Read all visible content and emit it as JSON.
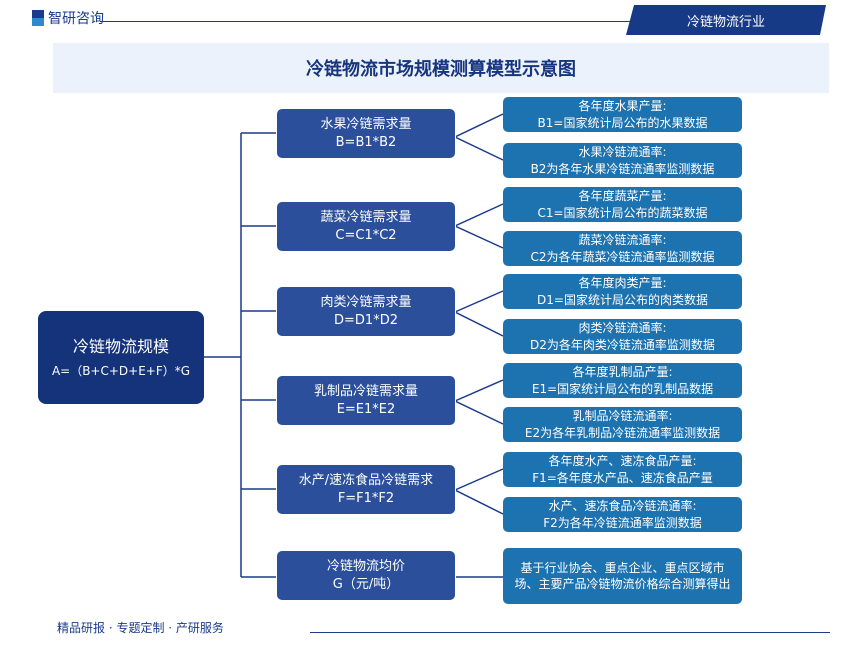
{
  "header": {
    "brand": "智研咨询",
    "industry_tab": "冷链物流行业"
  },
  "title": "冷链物流市场规模测算模型示意图",
  "root": {
    "label": "冷链物流规模",
    "formula": "A=（B+C+D+E+F）*G"
  },
  "branches": [
    {
      "label": "水果冷链需求量",
      "formula": "B=B1*B2",
      "leaves": [
        {
          "l1": "各年度水果产量:",
          "l2": "B1=国家统计局公布的水果数据"
        },
        {
          "l1": "水果冷链流通率:",
          "l2": "B2为各年水果冷链流通率监测数据"
        }
      ]
    },
    {
      "label": "蔬菜冷链需求量",
      "formula": "C=C1*C2",
      "leaves": [
        {
          "l1": "各年度蔬菜产量:",
          "l2": "C1=国家统计局公布的蔬菜数据"
        },
        {
          "l1": "蔬菜冷链流通率:",
          "l2": "C2为各年蔬菜冷链流通率监测数据"
        }
      ]
    },
    {
      "label": "肉类冷链需求量",
      "formula": "D=D1*D2",
      "leaves": [
        {
          "l1": "各年度肉类产量:",
          "l2": "D1=国家统计局公布的肉类数据"
        },
        {
          "l1": "肉类冷链流通率:",
          "l2": "D2为各年肉类冷链流通率监测数据"
        }
      ]
    },
    {
      "label": "乳制品冷链需求量",
      "formula": "E=E1*E2",
      "leaves": [
        {
          "l1": "各年度乳制品产量:",
          "l2": "E1=国家统计局公布的乳制品数据"
        },
        {
          "l1": "乳制品冷链流通率:",
          "l2": "E2为各年乳制品冷链流通率监测数据"
        }
      ]
    },
    {
      "label": "水产/速冻食品冷链需求",
      "formula": "F=F1*F2",
      "leaves": [
        {
          "l1": "各年度水产、速冻食品产量:",
          "l2": "F1=各年度水产品、速冻食品产量"
        },
        {
          "l1": "水产、速冻食品冷链流通率:",
          "l2": "F2为各年冷链流通率监测数据"
        }
      ]
    },
    {
      "label": "冷链物流均价",
      "formula": "G（元/吨）",
      "leaves": [
        {
          "l1": "基于行业协会、重点企业、重点区域市场、主要产品冷链物流价格综合测算得出",
          "l2": ""
        }
      ]
    }
  ],
  "footer": "精品研报 · 专题定制 · 产研服务"
}
